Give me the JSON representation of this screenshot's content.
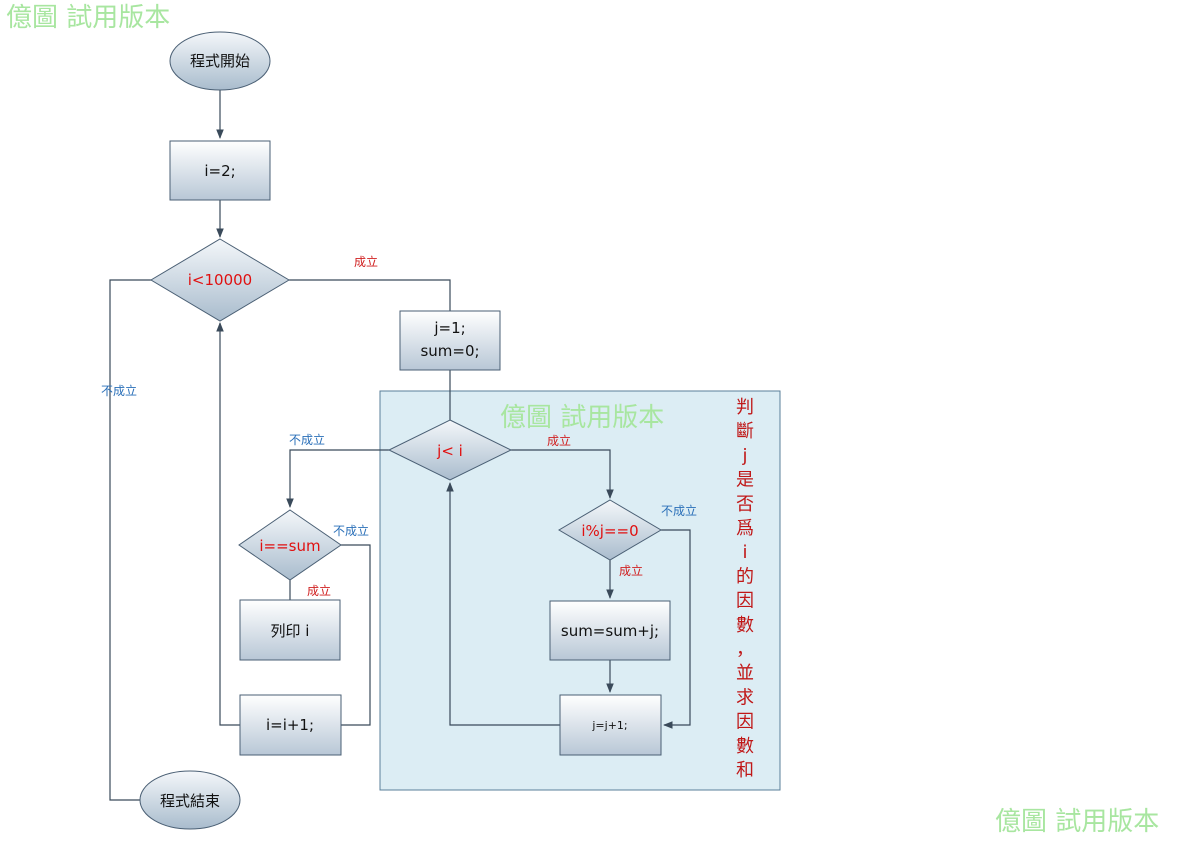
{
  "watermarks": [
    "億圖 試用版本",
    "億圖 試用版本",
    "億圖 試用版本"
  ],
  "nodes": {
    "start": "程式開始",
    "init_i": "i=2;",
    "cond_outer": "i<10000",
    "init_j_line1": "j=1;",
    "init_j_line2": "sum=0;",
    "cond_inner": "j< i",
    "cond_mod": "i%j==0",
    "sum_update": "sum=sum+j;",
    "j_inc": "j=j+1;",
    "cond_equal": "i==sum",
    "print_i": "列印 i",
    "i_inc": "i=i+1;",
    "end": "程式結束"
  },
  "labels": {
    "yes": "成立",
    "no": "不成立"
  },
  "note_chars": [
    "判",
    "斷",
    "j",
    "是",
    "否",
    "爲",
    "i",
    "的",
    "因",
    "數",
    "，",
    "並",
    "求",
    "因",
    "數",
    "和"
  ],
  "colors": {
    "region_fill": "#dcedf4",
    "region_stroke": "#5a7f9a",
    "cond_text": "#e01010",
    "yes_label": "#d02020",
    "no_label": "#2a6fb8",
    "watermark": "#a8e6a0"
  }
}
